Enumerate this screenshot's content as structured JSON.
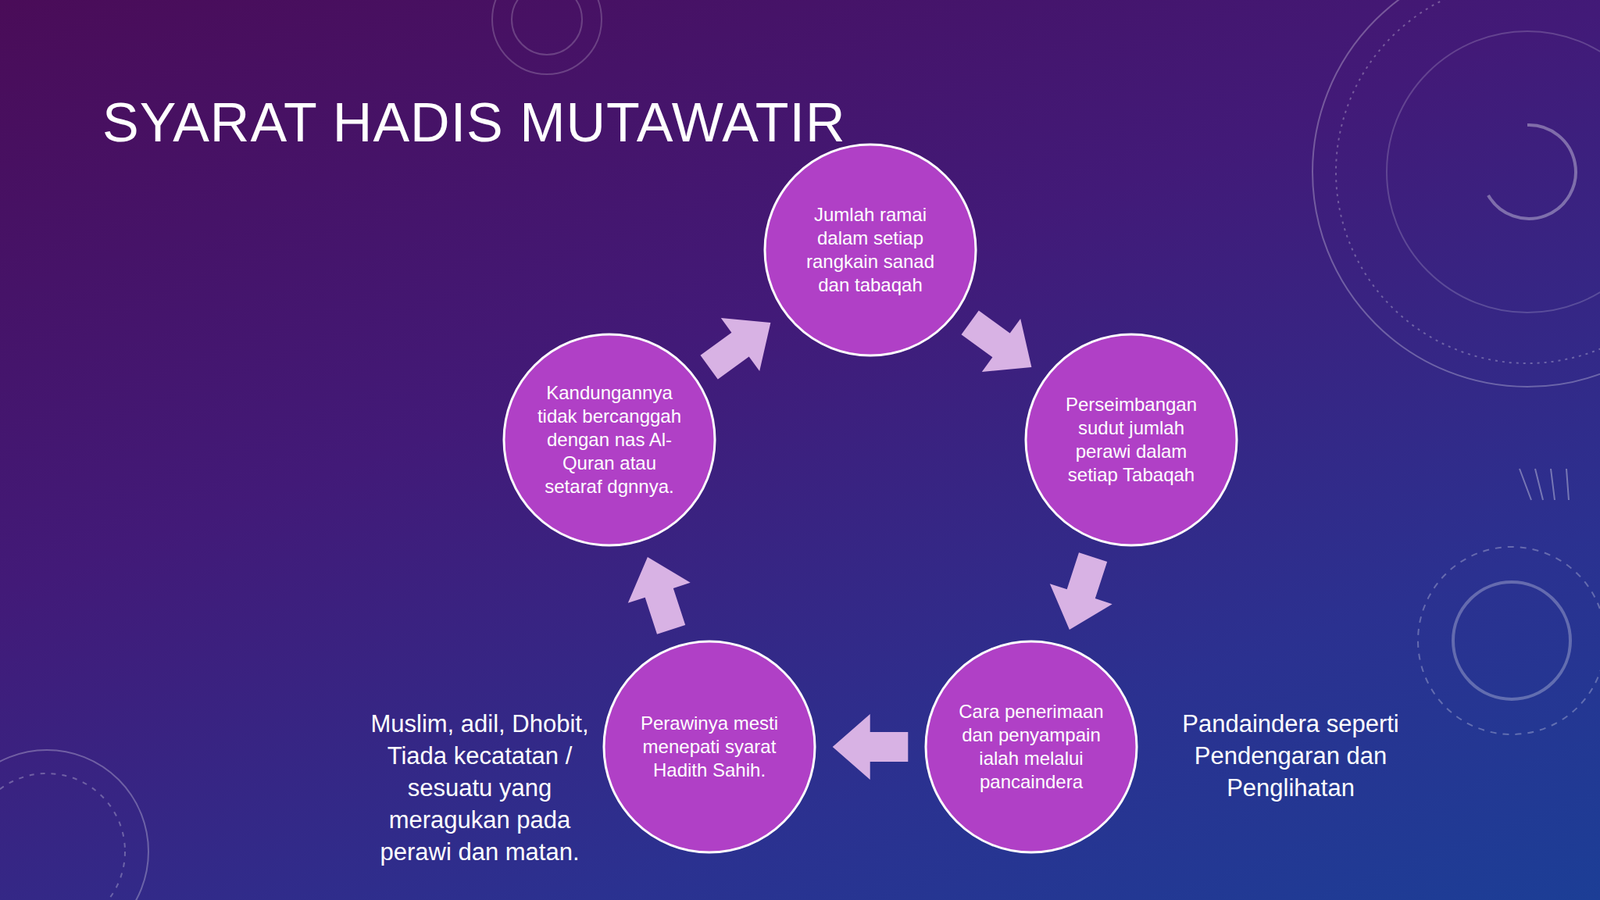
{
  "diagram": {
    "title": "SYARAT HADIS MUTAWATIR",
    "nodes": [
      {
        "text": [
          "Jumlah ramai dalam setiap rangkain sanad dan tabaqah"
        ]
      },
      {
        "text": [
          "Perseimbangan sudut jumlah perawi dalam setiap Tabaqah"
        ]
      },
      {
        "text": [
          "Cara penerimaan dan penyampain ialah melalui pancaindera"
        ]
      },
      {
        "text": [
          "Perawinya mesti menepati syarat Hadith Sahih."
        ]
      },
      {
        "text": [
          "Kandungannya tidak bercanggah dengan nas Al-Quran atau setaraf dgnnya."
        ]
      }
    ],
    "edges": [
      {
        "from": 0,
        "to": 1,
        "arrow": "to"
      },
      {
        "from": 1,
        "to": 2,
        "arrow": "to"
      },
      {
        "from": 2,
        "to": 3,
        "arrow": "to"
      },
      {
        "from": 3,
        "to": 4,
        "arrow": "to"
      },
      {
        "from": 4,
        "to": 0,
        "arrow": "to"
      }
    ],
    "labels": [
      "Muslim, adil, Dhobit, Tiada kecatatan / sesuatu yang meragukan pada perawi dan matan.",
      "Pandaindera seperti Pendengaran dan Penglihatan"
    ]
  }
}
